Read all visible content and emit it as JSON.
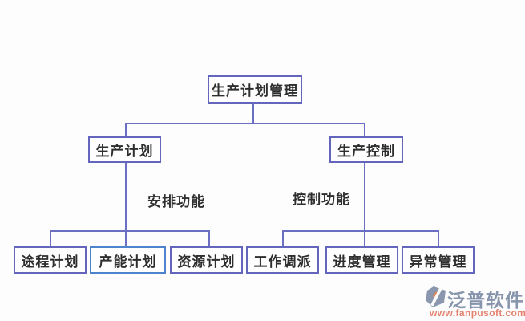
{
  "diagram": {
    "root": "生产计划管理",
    "branches": [
      {
        "label": "生产计划",
        "edge_label": "安排功能"
      },
      {
        "label": "生产控制",
        "edge_label": "控制功能"
      }
    ],
    "leaves": [
      "途程计划",
      "产能计划",
      "资源计划",
      "工作调派",
      "进度管理",
      "异常管理"
    ]
  },
  "branding": {
    "name": "泛普软件",
    "url": "www.fanpusoft.com"
  },
  "icons": {
    "brand_logo": "fanpu-logo-icon"
  },
  "colors": {
    "connector": "#6b6fc4",
    "box_border": "#6466bd",
    "box_border_alt": "#4d84cd",
    "text": "#2e2e2e",
    "brand_name": "#8694ac",
    "brand_url": "#e4826f",
    "bg": "#fdfdfd"
  }
}
